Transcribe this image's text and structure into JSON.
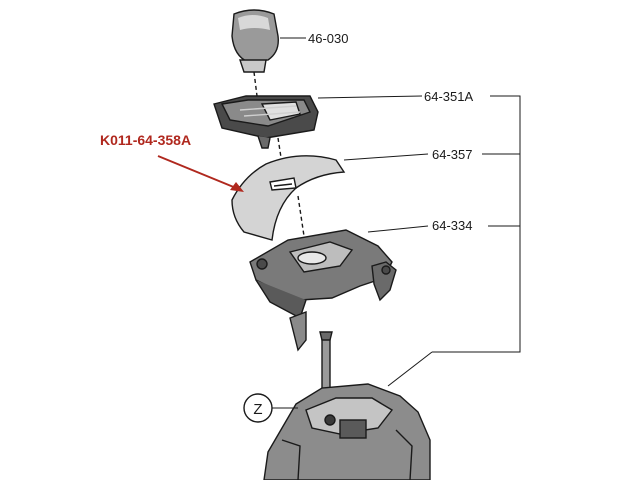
{
  "diagram": {
    "part_labels": {
      "shift_knob": "46-030",
      "bezel_panel": "64-351A",
      "dust_boot": "64-357",
      "shifter_bracket": "64-334"
    },
    "callout": {
      "text": "K011-64-358A",
      "color": "#b0281e"
    },
    "zone_marker": "Z",
    "line_color": "#1a1a1a"
  }
}
